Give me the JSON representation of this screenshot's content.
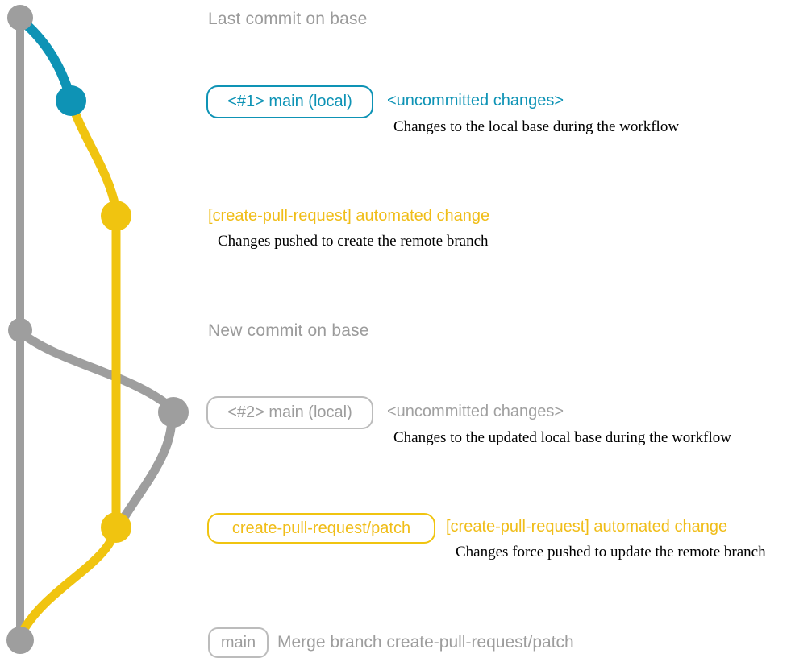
{
  "colors": {
    "gray_line": "#9e9e9e",
    "gray_text": "#9b9b9b",
    "gray_border": "#bcbcbc",
    "blue": "#0e93b5",
    "yellow_line": "#f0c410",
    "yellow_text": "#f0bd18",
    "caption_text": "#000000",
    "background": "#ffffff"
  },
  "graph": {
    "type": "git-commit-graph",
    "branches": [
      {
        "name": "base",
        "color": "gray"
      },
      {
        "name": "main (local)",
        "color": "blue-then-gray"
      },
      {
        "name": "create-pull-request/patch",
        "color": "yellow"
      }
    ],
    "commits": [
      {
        "name": "last-commit-on-base",
        "branch": "base",
        "color": "gray"
      },
      {
        "name": "uncommitted-changes-1",
        "branch": "main (local)",
        "color": "blue"
      },
      {
        "name": "automated-change-1",
        "branch": "create-pull-request/patch",
        "color": "yellow"
      },
      {
        "name": "new-commit-on-base",
        "branch": "base",
        "color": "gray"
      },
      {
        "name": "uncommitted-changes-2",
        "branch": "main (local)",
        "color": "gray"
      },
      {
        "name": "automated-change-2-force-push",
        "branch": "create-pull-request/patch",
        "color": "yellow"
      },
      {
        "name": "merge-commit",
        "branch": "base",
        "color": "gray"
      }
    ]
  },
  "annotations": {
    "title_top": "Last commit on base",
    "row_main1": {
      "badge": "<#1> main (local)",
      "side": "<uncommitted changes>",
      "caption": "Changes to the local base during the workflow"
    },
    "row_auto1": {
      "title": "[create-pull-request] automated change",
      "caption": "Changes pushed to create the remote branch"
    },
    "title_mid": "New commit on base",
    "row_main2": {
      "badge": "<#2> main (local)",
      "side": "<uncommitted changes>",
      "caption": "Changes to the updated local base during the workflow"
    },
    "row_patch": {
      "badge": "create-pull-request/patch",
      "side": "[create-pull-request] automated change",
      "caption": "Changes force pushed to update the remote branch"
    },
    "row_merge": {
      "badge": "main",
      "side": "Merge branch create-pull-request/patch"
    }
  }
}
